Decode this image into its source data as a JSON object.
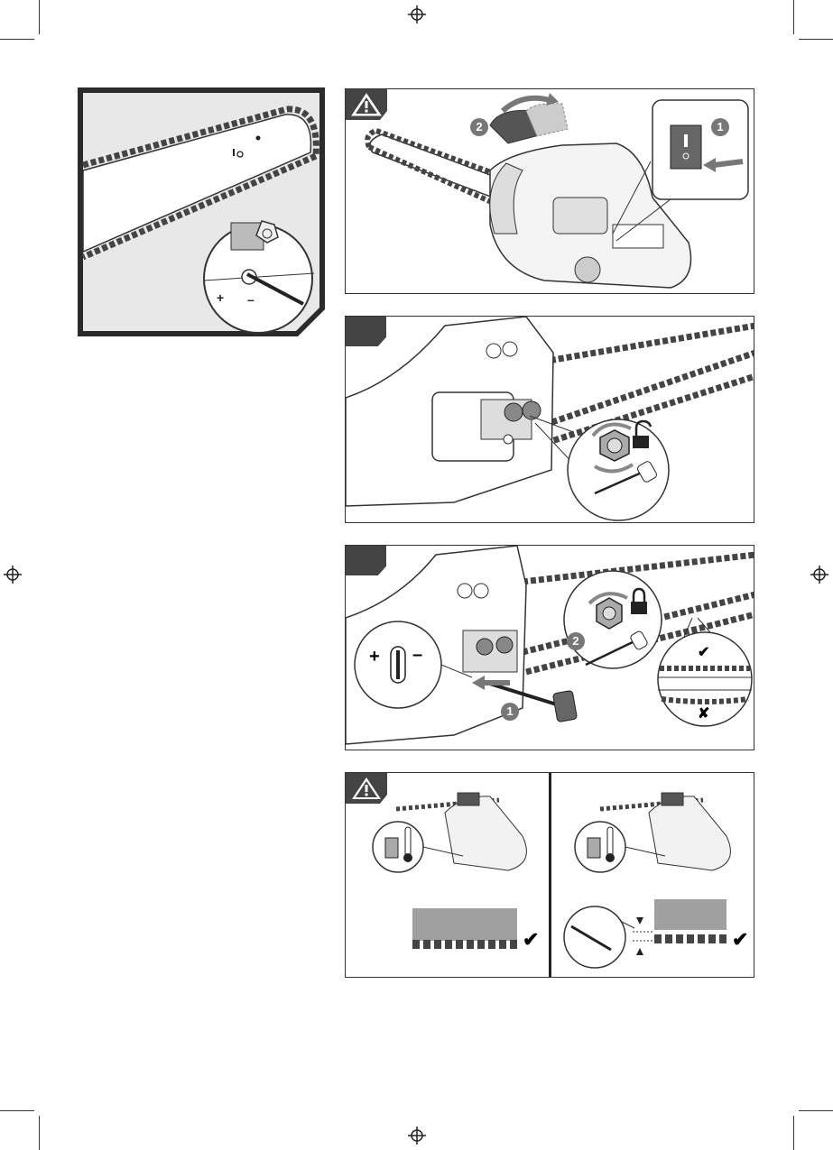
{
  "colors": {
    "ink": "#222222",
    "mid_gray": "#8a8a8a",
    "light_gray": "#d9d9d9",
    "panel_fill": "#e8e8e8",
    "badge_gray": "#777777",
    "tab_dark": "#444444"
  },
  "icons": {
    "warning": "warning-triangle-icon",
    "check": "checkmark-icon",
    "cross": "cross-icon",
    "lock": "padlock-closed-icon",
    "unlock": "padlock-open-icon",
    "registration": "registration-mark-icon"
  },
  "figures": {
    "inset_adjustment_symbols": {
      "plus": "+",
      "minus": "–"
    },
    "switch_off": {
      "step1": "1",
      "step2": "2"
    },
    "loosen_nuts": {},
    "tension_adjust": {
      "step1": "1",
      "step2": "2",
      "plus": "+",
      "minus": "–",
      "check": "✔",
      "cross": "✘"
    },
    "temperature_check": {
      "check_left": "✔",
      "check_right": "✔"
    }
  }
}
